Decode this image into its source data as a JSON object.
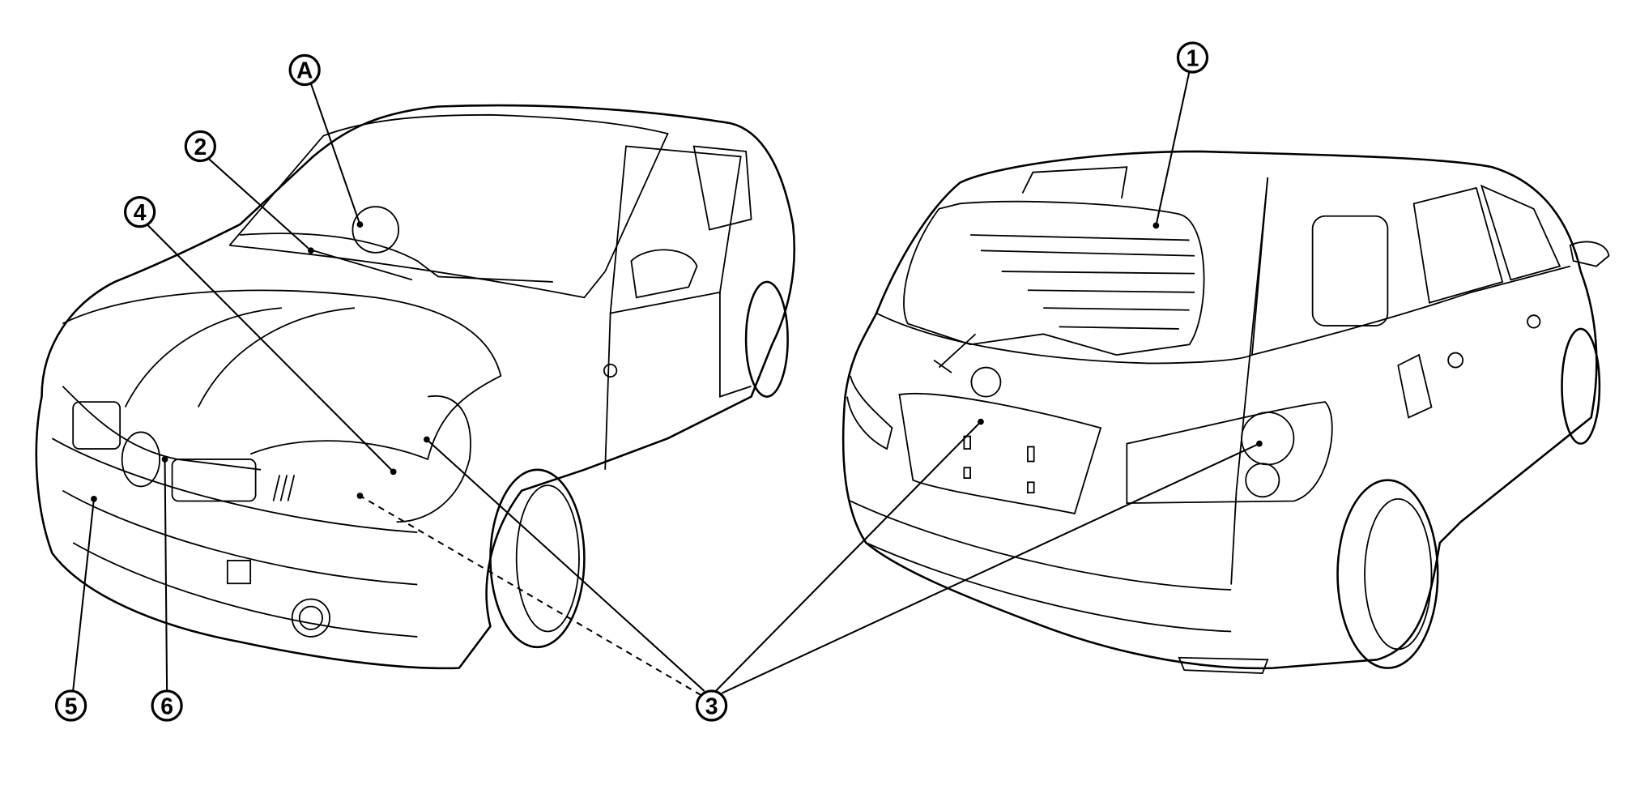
{
  "diagram": {
    "callouts": [
      {
        "id": "A",
        "label": "A"
      },
      {
        "id": "1",
        "label": "1"
      },
      {
        "id": "2",
        "label": "2"
      },
      {
        "id": "3",
        "label": "3"
      },
      {
        "id": "4",
        "label": "4"
      },
      {
        "id": "5",
        "label": "5"
      },
      {
        "id": "6",
        "label": "6"
      }
    ]
  }
}
